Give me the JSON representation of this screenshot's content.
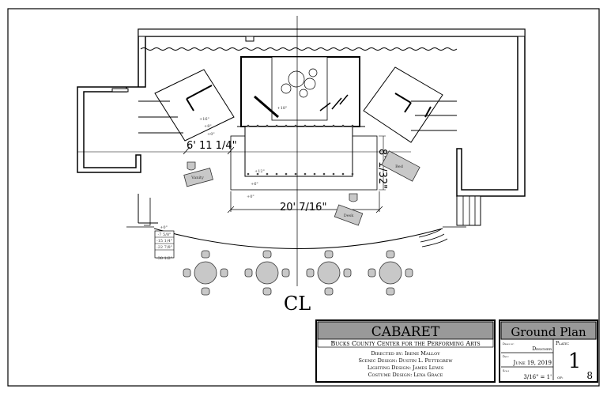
{
  "title_block": {
    "show_title": "CABARET",
    "venue": "Bucks County Center for the Performing Arts",
    "credits": [
      "Directed by: Irene Malloy",
      "Scenic Design: Dustin L. Pettegrew",
      "Lighting Design: James Lewis",
      "Costume Design: Lexa Grace"
    ],
    "plate_title": "Ground Plan",
    "drawn_by_label": "Drawn by:",
    "drawn_by": "Designer",
    "date_label": "Date:",
    "date": "June 19, 2019",
    "scale_label": "Scale",
    "scale": "3/16\" = 1'",
    "plate_label": "Plate:",
    "plate_number": "1",
    "of_label": "of:",
    "plate_total": "8"
  },
  "dimensions": {
    "left_width": "6' 11 1/4\"",
    "platform_width": "20' 7/16\"",
    "platform_depth": "8' 1/32\""
  },
  "furniture": {
    "vanity": "Vanity",
    "desk": "Desk",
    "bed": "Bed"
  },
  "elevations": {
    "left_wagon_16": "+16\"",
    "left_wagon_8": "+8\"",
    "left_wagon_0": "+0\"",
    "bandstand": "+18\"",
    "platform_12": "+12\"",
    "platform_6": "+6\"",
    "stage_0": "+0\"",
    "apron_0": "+0\"",
    "steps": [
      "-7 5/8\"",
      "-15 1/4\"",
      "-22 7/8\"",
      "-30 1/2\""
    ]
  },
  "centerline_symbol": "CL"
}
